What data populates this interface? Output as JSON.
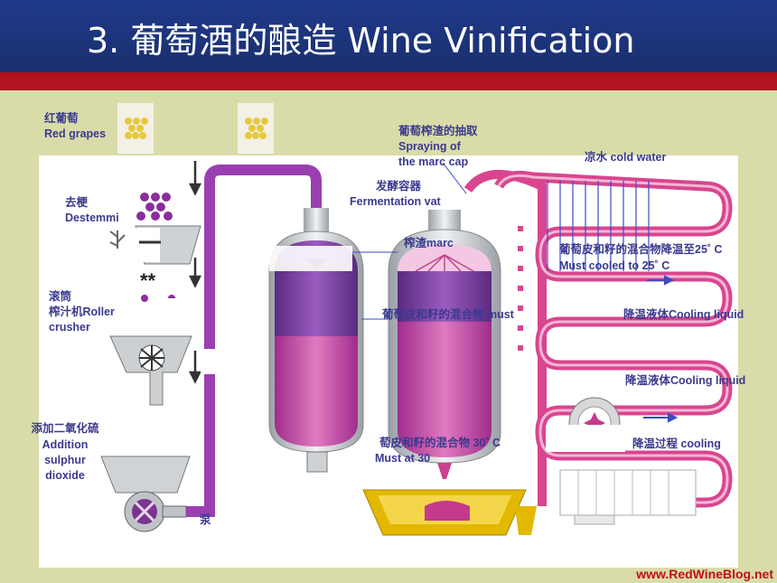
{
  "header": {
    "title": "3. 葡萄酒的酿造  Wine Vinification"
  },
  "labels": {
    "red_grapes_cn": "红葡萄",
    "red_grapes_en": "Red grapes",
    "destem_cn": "去梗",
    "destem_en": "Destemmi",
    "crusher_cn1": "滚筒",
    "crusher_cn2": "榨汁机Roller",
    "crusher_en": "crusher",
    "sulphur_cn": "添加二氧化硫",
    "sulphur_en1": "Addition",
    "sulphur_en2": "sulphur",
    "sulphur_en3": "dioxide",
    "pump": "泵",
    "marc_cn": "葡萄榨渣的抽取",
    "marc_en1": "Spraying of",
    "marc_en2": "the marc cap",
    "vat_cn": "发酵容器",
    "vat_en": "Fermentation vat",
    "marc_short": "榨渣marc",
    "must": "葡萄皮和籽的混合物 must",
    "must30_cn": "萄皮和籽的混合物 30˚ C",
    "must30_en": "Must at 30",
    "cold_water": "凉水 cold water",
    "cooled_cn": "葡萄皮和籽的混合物降温至25˚ C",
    "cooled_en": "Must cooled to 25˚ C",
    "cooling_liquid_1": "降温液体Cooling liquid",
    "cooling_liquid_2": "降温液体Cooling liquid",
    "cooling": "降温过程 cooling"
  },
  "footer": {
    "url": "www.RedWineBlog.net"
  },
  "colors": {
    "accent": "#b3121f",
    "header": "#1f3a8a",
    "label": "#3b3a8f",
    "pipe": "#9a3fb0",
    "coil": "#d9458f"
  }
}
